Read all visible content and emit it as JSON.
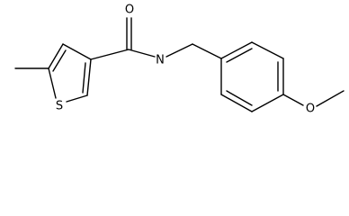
{
  "molecule": {
    "atoms": {
      "O_carbonyl": "O",
      "N_amide": "N",
      "S_thiophene": "S",
      "O_methoxy": "O"
    }
  }
}
